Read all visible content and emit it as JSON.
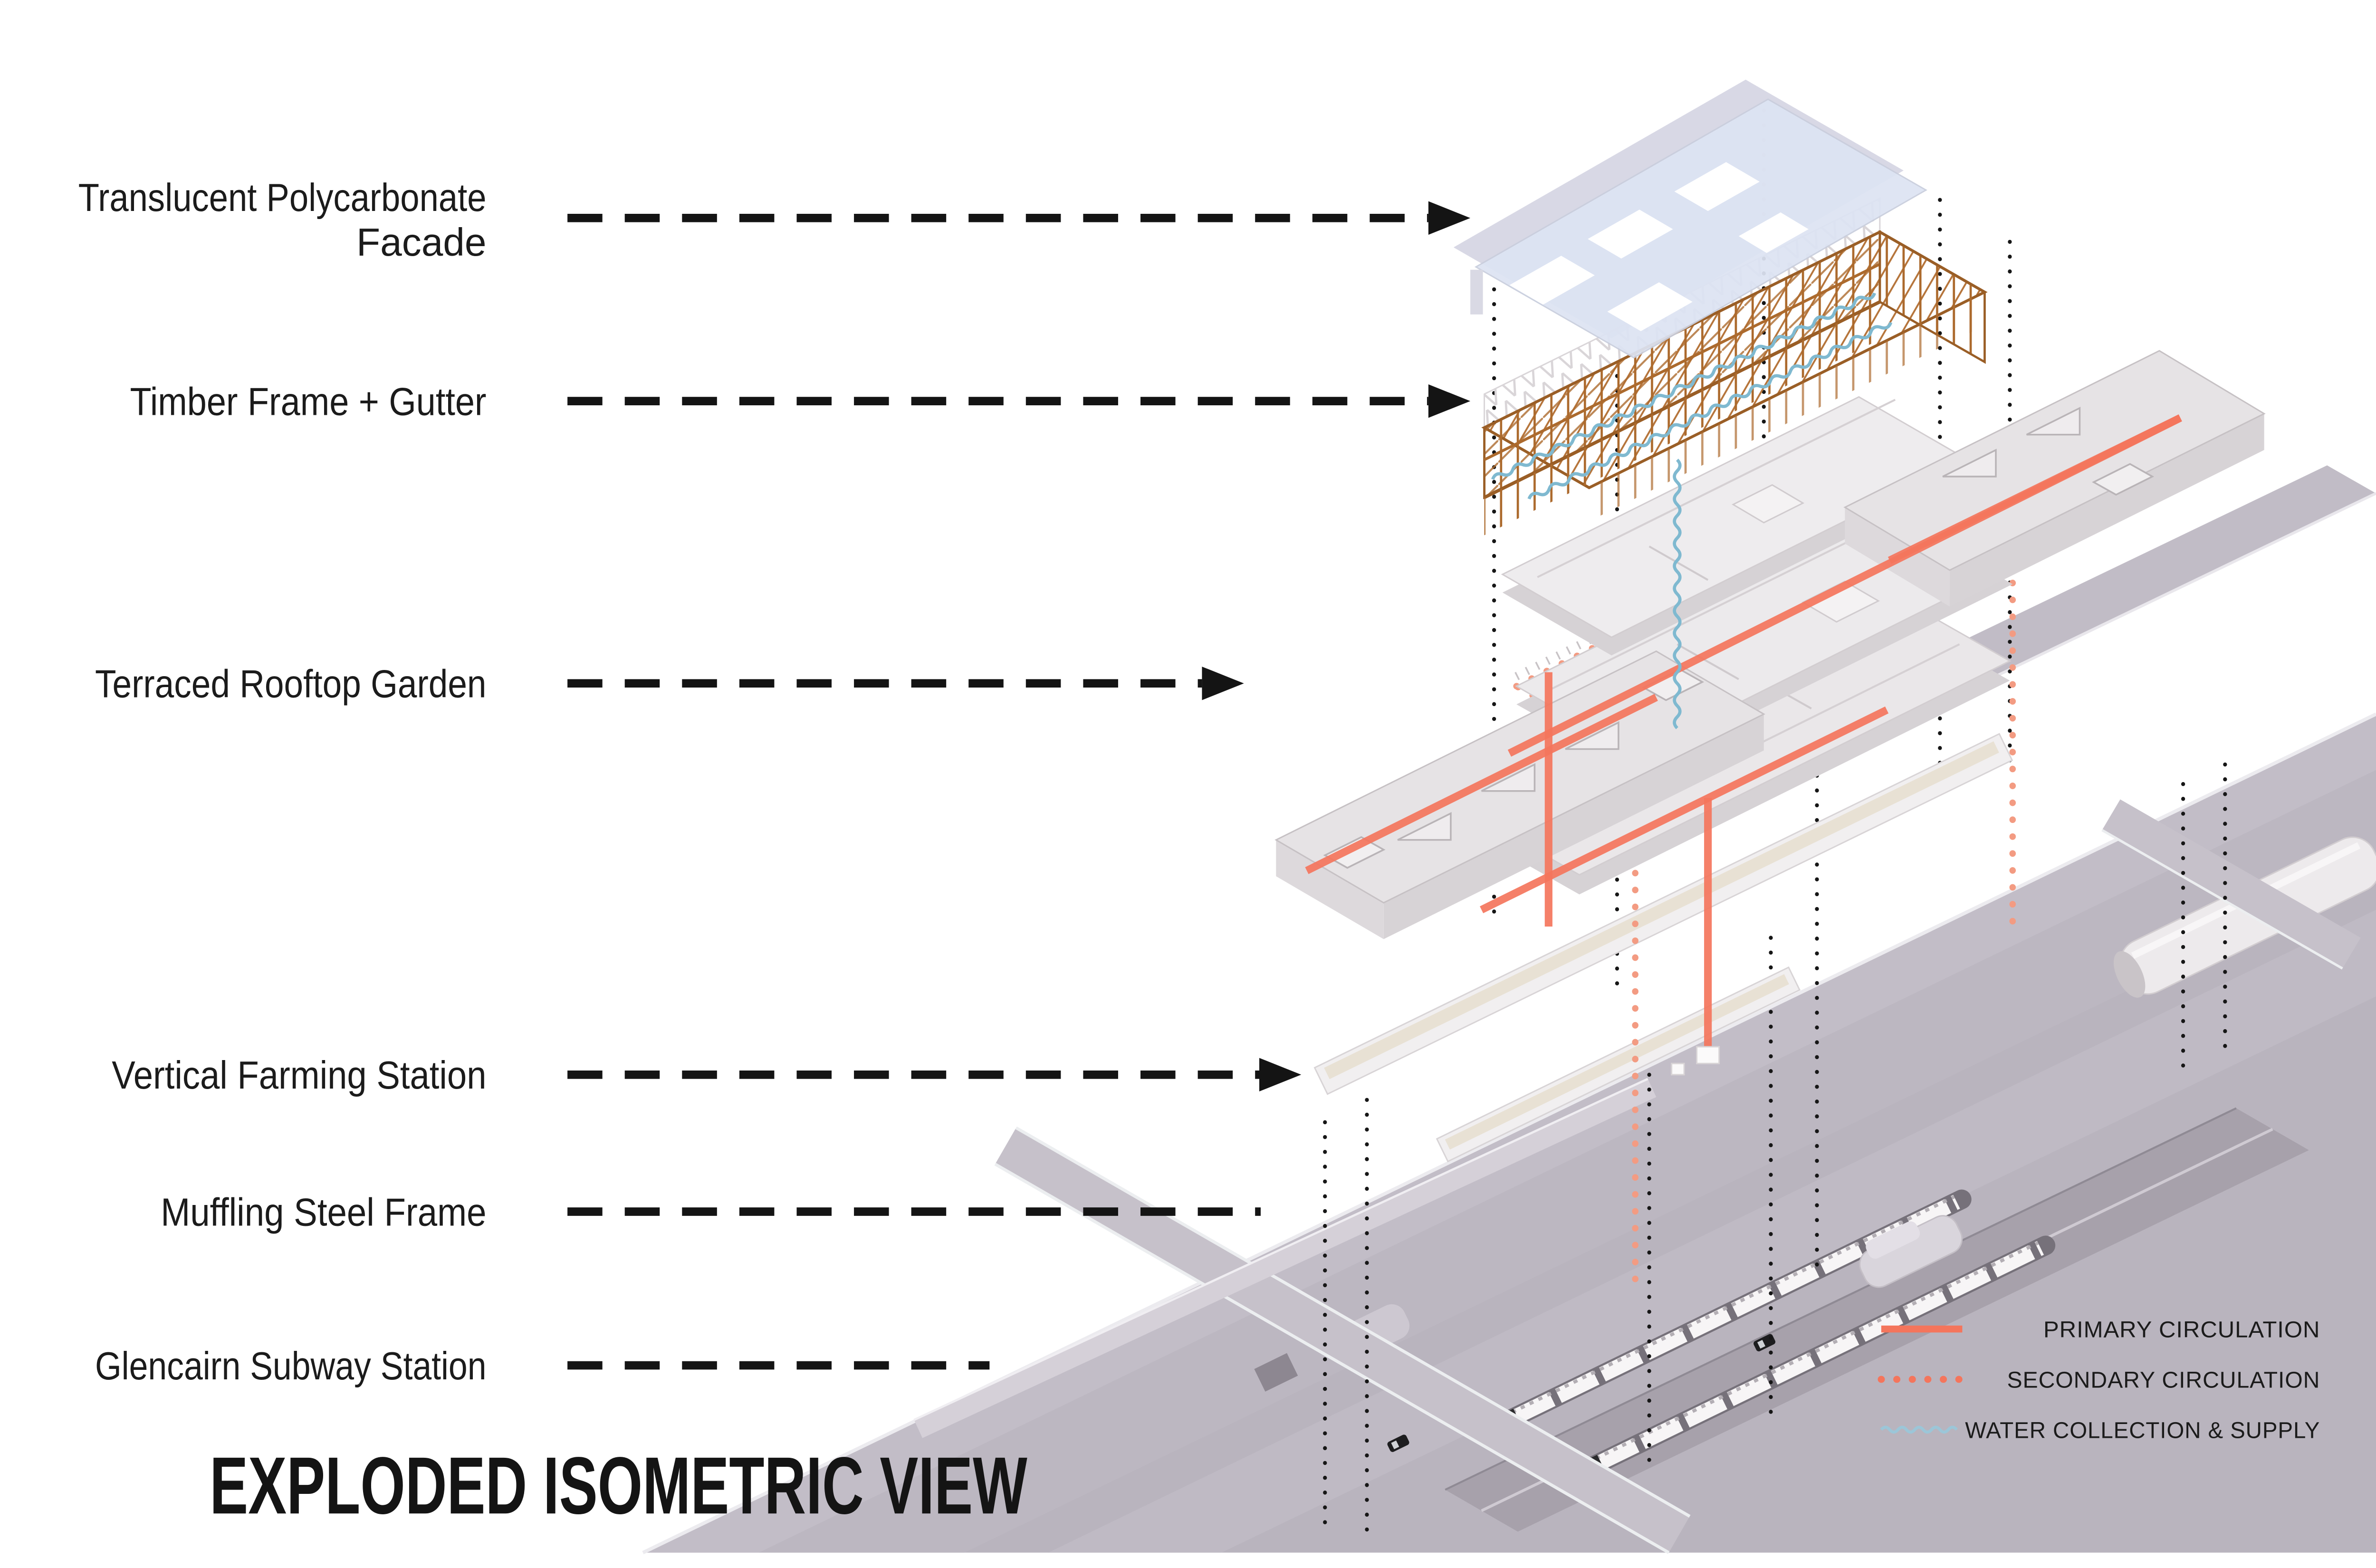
{
  "title": "EXPLODED ISOMETRIC VIEW",
  "annotations": [
    {
      "line1": "Translucent Polycarbonate",
      "line2": "Facade"
    },
    {
      "line1": "Timber Frame + Gutter"
    },
    {
      "line1": "Terraced Rooftop Garden"
    },
    {
      "line1": "Vertical Farming Station"
    },
    {
      "line1": "Muffling Steel Frame"
    },
    {
      "line1": "Glencairn Subway Station"
    }
  ],
  "legend": [
    {
      "label": "PRIMARY CIRCULATION",
      "swatch": "solid-line"
    },
    {
      "label": "SECONDARY CIRCULATION",
      "swatch": "dotted-line"
    },
    {
      "label": "WATER COLLECTION & SUPPLY",
      "swatch": "wavy-line"
    }
  ],
  "colors": {
    "primary_circulation": "#F4755C",
    "secondary_circulation": "#F39B82",
    "water_collection": "#8BC4D8",
    "timber": "#AF6B2E",
    "facade_glass": "#DDE4F3",
    "ground_gray": "#B9B4BE",
    "annotation_black": "#161616"
  }
}
